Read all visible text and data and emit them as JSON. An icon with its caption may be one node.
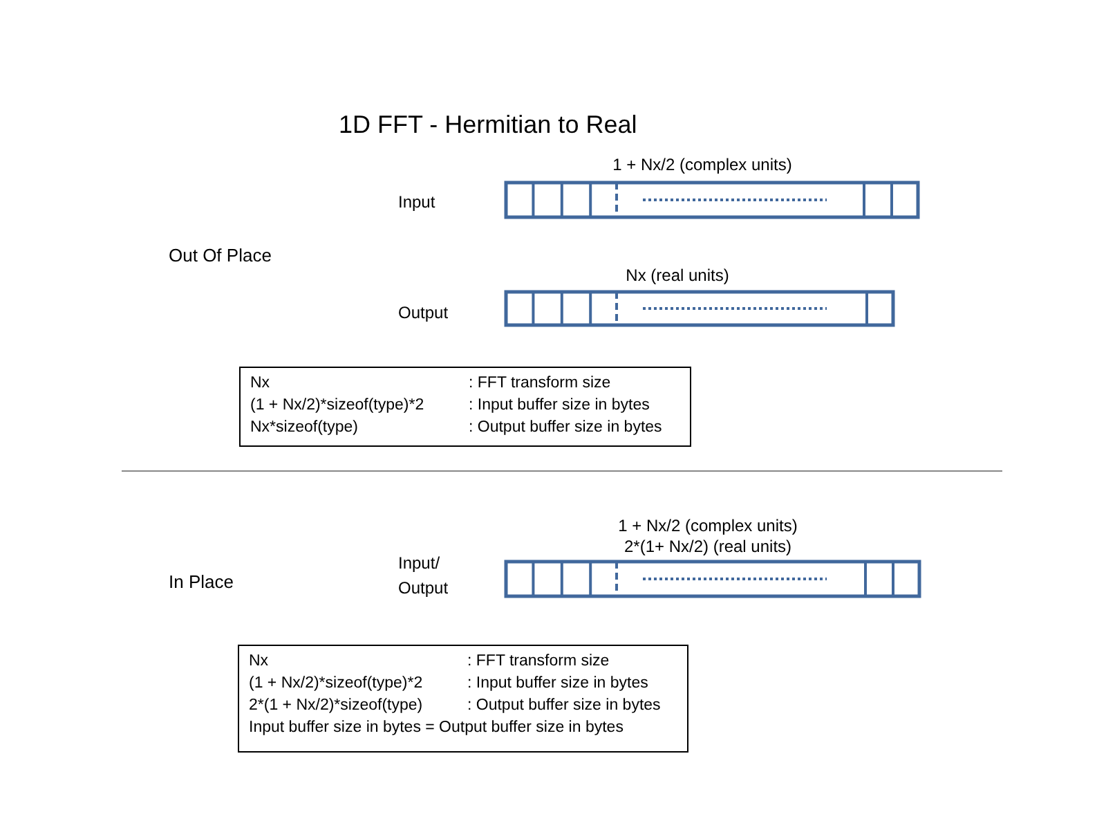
{
  "diagram": {
    "title": "1D FFT - Hermitian to Real",
    "nodes": [
      {
        "text": [],
        "shape": "bar",
        "beside": [
          "1 + Nx/2 (complex units)"
        ]
      },
      {
        "text": [],
        "shape": "bar",
        "beside": [
          "Nx (real units)"
        ]
      },
      {
        "text": [
          "Nx",
          ": FFT transform size",
          "(1 + Nx/2)*sizeof(type)*2",
          ": Input buffer size in bytes",
          "Nx*sizeof(type)",
          ": Output buffer size in bytes"
        ]
      },
      {
        "text": [],
        "shape": "bar",
        "beside": [
          "1 + Nx/2 (complex units)",
          "2*(1+ Nx/2) (real units)"
        ]
      },
      {
        "text": [
          "Nx",
          ": FFT transform size",
          "(1 + Nx/2)*sizeof(type)*2",
          ": Input buffer size in bytes",
          "2*(1 + Nx/2)*sizeof(type)",
          ": Output buffer size in bytes",
          "Input buffer size in bytes = Output buffer size in bytes"
        ]
      }
    ],
    "labels": [
      "Input",
      "Out Of Place",
      "Output",
      "Input/ Output",
      "In Place"
    ]
  }
}
